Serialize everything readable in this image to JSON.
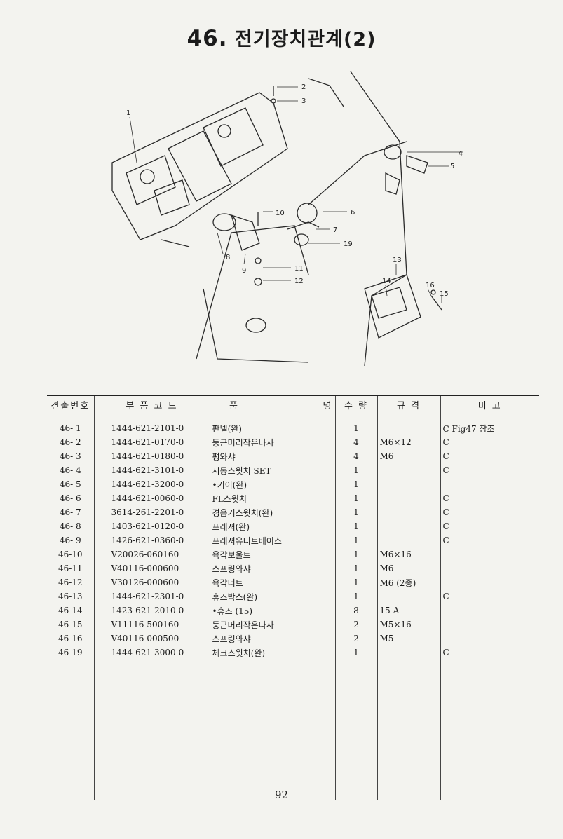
{
  "header": {
    "number": "46.",
    "title": "전기장치관계(2)"
  },
  "diagram": {
    "callouts": [
      "1",
      "2",
      "3",
      "4",
      "5",
      "6",
      "7",
      "8",
      "9",
      "10",
      "11",
      "12",
      "13",
      "14",
      "15",
      "16",
      "19"
    ]
  },
  "table": {
    "headers": [
      "견출번호",
      "부  품  코  드",
      "품",
      "명",
      "수 량",
      "규  격",
      "비   고"
    ],
    "rows": [
      {
        "no": "46- 1",
        "code": "1444-621-2101-0",
        "name": "판넬(완)",
        "qty": "1",
        "spec": "",
        "note": "C Fig47 참조"
      },
      {
        "no": "46- 2",
        "code": "1444-621-0170-0",
        "name": "둥근머리작은나사",
        "qty": "4",
        "spec": "M6×12",
        "note": "C"
      },
      {
        "no": "46- 3",
        "code": "1444-621-0180-0",
        "name": "평와샤",
        "qty": "4",
        "spec": "M6",
        "note": "C"
      },
      {
        "no": "46- 4",
        "code": "1444-621-3101-0",
        "name": "시동스윗치 SET",
        "qty": "1",
        "spec": "",
        "note": "C"
      },
      {
        "no": "46- 5",
        "code": "1444-621-3200-0",
        "name": "•키이(완)",
        "qty": "1",
        "spec": "",
        "note": ""
      },
      {
        "no": "46- 6",
        "code": "1444-621-0060-0",
        "name": "FL스윗치",
        "qty": "1",
        "spec": "",
        "note": "C"
      },
      {
        "no": "46- 7",
        "code": "3614-261-2201-0",
        "name": "경음기스윗치(완)",
        "qty": "1",
        "spec": "",
        "note": "C"
      },
      {
        "no": "46- 8",
        "code": "1403-621-0120-0",
        "name": "프레셔(완)",
        "qty": "1",
        "spec": "",
        "note": "C"
      },
      {
        "no": "46- 9",
        "code": "1426-621-0360-0",
        "name": "프레셔유니트베이스",
        "qty": "1",
        "spec": "",
        "note": "C"
      },
      {
        "no": "46-10",
        "code": "V20026-060160",
        "name": "육각보울트",
        "qty": "1",
        "spec": "M6×16",
        "note": ""
      },
      {
        "no": "46-11",
        "code": "V40116-000600",
        "name": "스프링와샤",
        "qty": "1",
        "spec": "M6",
        "note": ""
      },
      {
        "no": "46-12",
        "code": "V30126-000600",
        "name": "육각너트",
        "qty": "1",
        "spec": "M6 (2종)",
        "note": ""
      },
      {
        "no": "46-13",
        "code": "1444-621-2301-0",
        "name": "휴즈박스(완)",
        "qty": "1",
        "spec": "",
        "note": "C"
      },
      {
        "no": "46-14",
        "code": "1423-621-2010-0",
        "name": "•휴즈 (15)",
        "qty": "8",
        "spec": "15 A",
        "note": ""
      },
      {
        "no": "46-15",
        "code": "V11116-500160",
        "name": "둥근머리작은나사",
        "qty": "2",
        "spec": "M5×16",
        "note": ""
      },
      {
        "no": "46-16",
        "code": "V40116-000500",
        "name": "스프링와샤",
        "qty": "2",
        "spec": "M5",
        "note": ""
      },
      {
        "no": "46-19",
        "code": "1444-621-3000-0",
        "name": "체크스윗치(완)",
        "qty": "1",
        "spec": "",
        "note": "C"
      }
    ]
  },
  "footer": {
    "page_number": "92"
  }
}
